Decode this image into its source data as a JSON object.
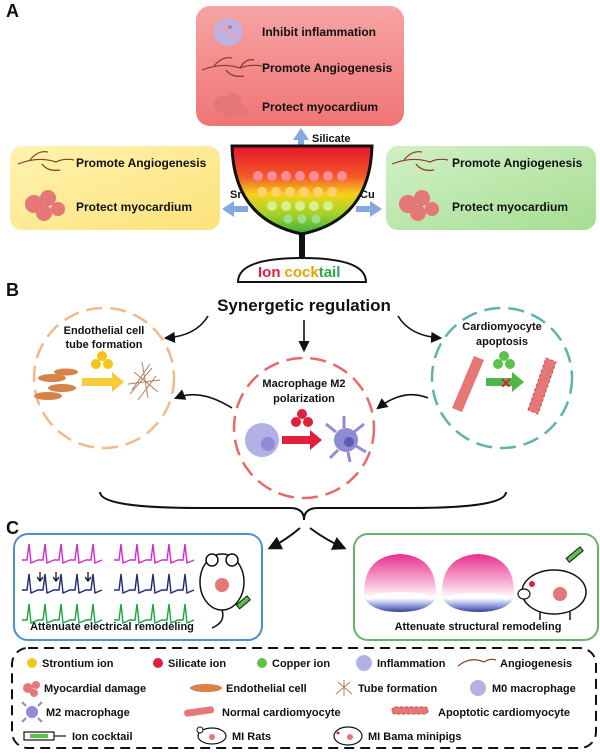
{
  "panel_a": {
    "letter": "A",
    "top_box": {
      "items": [
        "Inhibit inflammation",
        "Promote Angiogenesis",
        "Protect myocardium"
      ],
      "arrow_label": "Silicate",
      "color": "#f08a8a"
    },
    "left_box": {
      "items": [
        "Promote Angiogenesis",
        "Protect myocardium"
      ],
      "arrow_label": "Sr",
      "color": "#fde98a"
    },
    "right_box": {
      "items": [
        "Promote Angiogenesis",
        "Protect myocardium"
      ],
      "arrow_label": "Cu",
      "color": "#b6e6a5"
    },
    "cup_label": {
      "ion": "Ion",
      "cock": "cock",
      "tail": "tail"
    }
  },
  "panel_b": {
    "letter": "B",
    "title": "Synergetic regulation",
    "left_circle": {
      "label_1": "Endothelial cell",
      "label_2": "tube formation"
    },
    "center_circle": {
      "label_1": "Macrophage M2",
      "label_2": "polarization"
    },
    "right_circle": {
      "label_1": "Cardiomyocyte",
      "label_2": "apoptosis"
    }
  },
  "panel_c": {
    "letter": "C",
    "left_box_label": "Attenuate electrical remodeling",
    "right_box_label": "Attenuate structural remodeling"
  },
  "legend": {
    "items": [
      "Strontium ion",
      "Silicate ion",
      "Copper ion",
      "Inflammation",
      "Angiogenesis",
      "Myocardial damage",
      "Endothelial cell",
      "Tube formation",
      "M0 macrophage",
      "M2 macrophage",
      "Normal cardiomyocyte",
      "Apoptotic cardiomyocyte",
      "Ion cocktail",
      "MI Rats",
      "MI Bama minipigs"
    ]
  },
  "colors": {
    "strontium": "#f5c518",
    "silicate": "#e0213c",
    "copper": "#5cc24a",
    "arrow_blue": "#86a8e0",
    "ecg_magenta": "#d22ad8",
    "ecg_navy": "#22287a",
    "ecg_green": "#19a83a"
  }
}
